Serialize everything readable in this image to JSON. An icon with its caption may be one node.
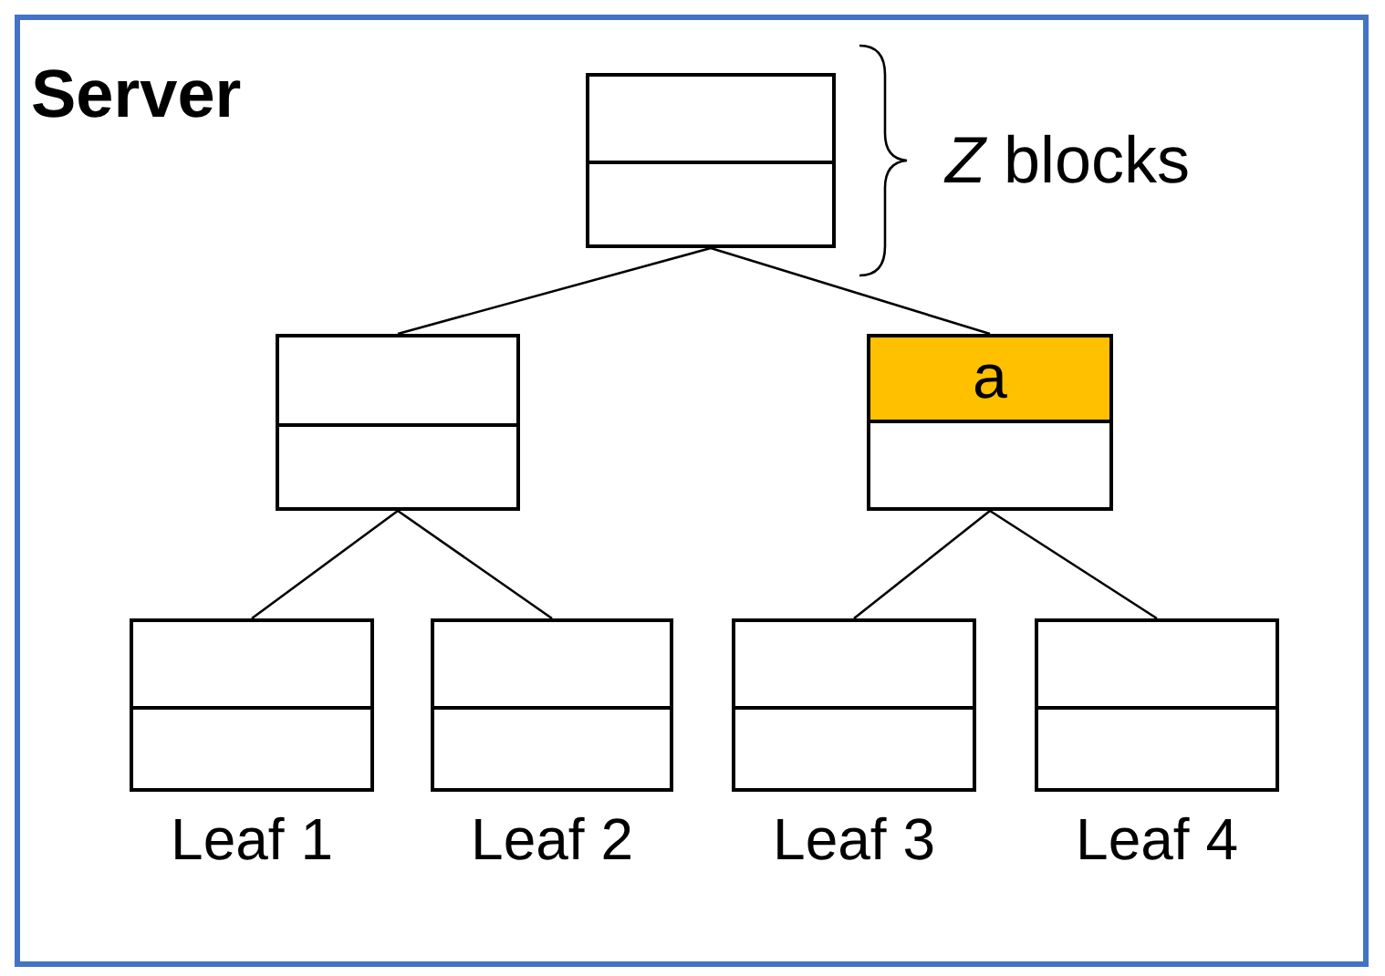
{
  "diagram": {
    "nodes": [
      {
        "text": [
          "Server"
        ]
      },
      {
        "text": [],
        "shape": "box",
        "in": 0
      },
      {
        "text": [],
        "shape": "box",
        "in": 0
      },
      {
        "text": [],
        "shape": "box",
        "in": 0
      },
      {
        "text": [
          "a"
        ],
        "in": 3
      },
      {
        "text": [],
        "shape": "box",
        "in": 0,
        "beside": [
          "Leaf 1"
        ]
      },
      {
        "text": [],
        "shape": "box",
        "in": 0,
        "beside": [
          "Leaf 2"
        ]
      },
      {
        "text": [],
        "shape": "box",
        "in": 0,
        "beside": [
          "Leaf 3"
        ]
      },
      {
        "text": [],
        "shape": "box",
        "in": 0,
        "beside": [
          "Leaf 4"
        ]
      }
    ],
    "edges": [
      {
        "from": 1,
        "to": 2,
        "arrow": "none"
      },
      {
        "from": 1,
        "to": 3,
        "arrow": "none"
      },
      {
        "from": 2,
        "to": 5,
        "arrow": "none"
      },
      {
        "from": 2,
        "to": 6,
        "arrow": "none"
      },
      {
        "from": 3,
        "to": 7,
        "arrow": "none"
      },
      {
        "from": 3,
        "to": 8,
        "arrow": "none"
      }
    ],
    "labels": [
      "*Z* blocks"
    ]
  }
}
